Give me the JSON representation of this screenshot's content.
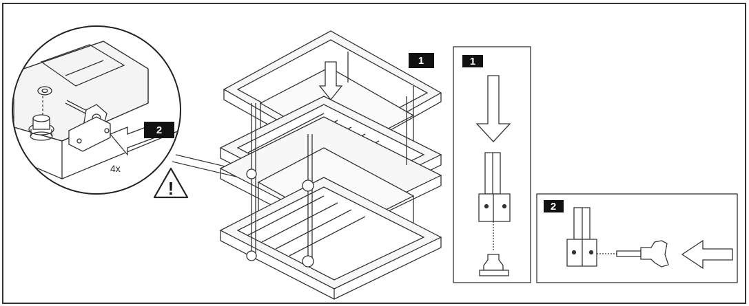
{
  "step_badges": {
    "main_step_1": "1",
    "detail_1_badge": "1",
    "detail_2_badge": "2",
    "circle_step_2": "2"
  },
  "quantity_label": "4x",
  "warning_symbol": "!",
  "colors": {
    "line": "#2a2a2a",
    "badge_fill": "#111111",
    "background": "#ffffff"
  }
}
